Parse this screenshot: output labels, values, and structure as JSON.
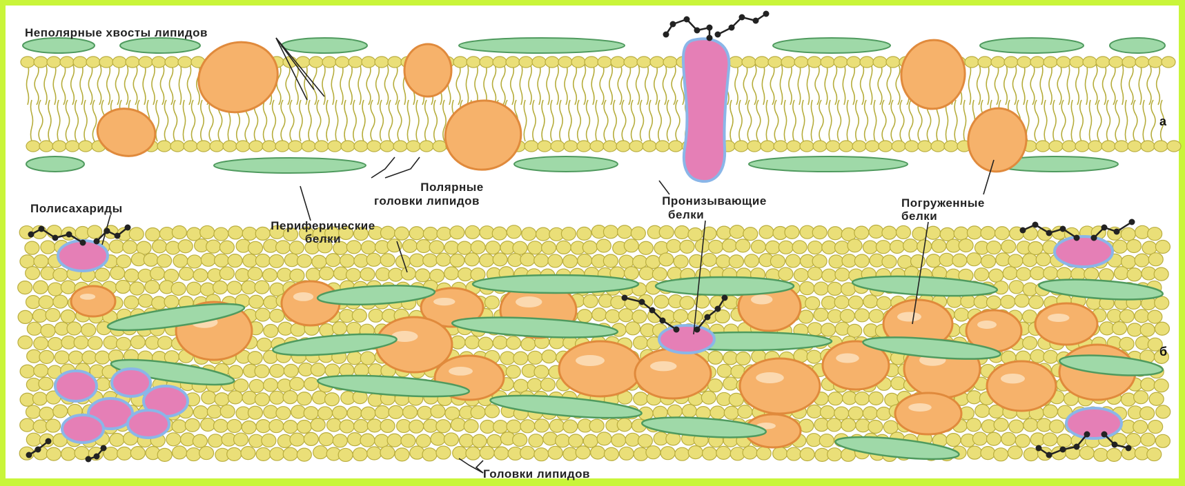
{
  "diagram": {
    "panel_top_letter": "а",
    "panel_bottom_letter": "б",
    "labels": {
      "nonpolar_tails": "Неполярные хвосты липидов",
      "polar_heads_line1": "Полярные",
      "polar_heads_line2": "головки липидов",
      "polysaccharides": "Полисахариды",
      "peripheral_line1": "Периферические",
      "peripheral_line2": "белки",
      "penetrating_line1": "Пронизывающие",
      "penetrating_line2": "белки",
      "submerged_line1": "Погруженные",
      "submerged_line2": "белки",
      "lipid_heads": "Головки липидов"
    },
    "colors": {
      "background": "#c9f53a",
      "panel": "#ffffff",
      "lipid_head": "#eadf78",
      "lipid_head_edge": "#b9ad3f",
      "peripheral_protein": "#9fd9a8",
      "peripheral_protein_edge": "#4f9a5e",
      "embedded_protein": "#f6b26b",
      "embedded_protein_edge": "#e08a3c",
      "penetrating_protein": "#e57fb6",
      "penetrating_protein_edge": "#8ab6e8",
      "polysaccharide": "#222222"
    }
  }
}
